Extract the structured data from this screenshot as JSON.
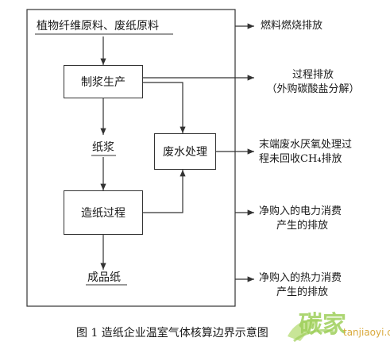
{
  "diagram": {
    "input": "植物纤维原料、废纸原料",
    "pulping": "制浆生产",
    "pulp": "纸浆",
    "wastewater": "废水处理",
    "papermaking": "造纸过程",
    "product": "成品纸"
  },
  "emissions": {
    "fuel": "燃料燃烧排放",
    "process_line1": "过程排放",
    "process_line2": "（外购碳酸盐分解）",
    "anaerobic_line1": "末端废水厌氧处理过",
    "anaerobic_line2": "程未回收CH₄排放",
    "electric_line1": "净购入的电力消费",
    "electric_line2": "产生的排放",
    "heat_line1": "净购入的热力消费",
    "heat_line2": "产生的排放"
  },
  "caption": "图 1    造纸企业温室气体核算边界示意图",
  "watermark": {
    "brand": "碳家",
    "url": "tanjiaoyi.com"
  }
}
